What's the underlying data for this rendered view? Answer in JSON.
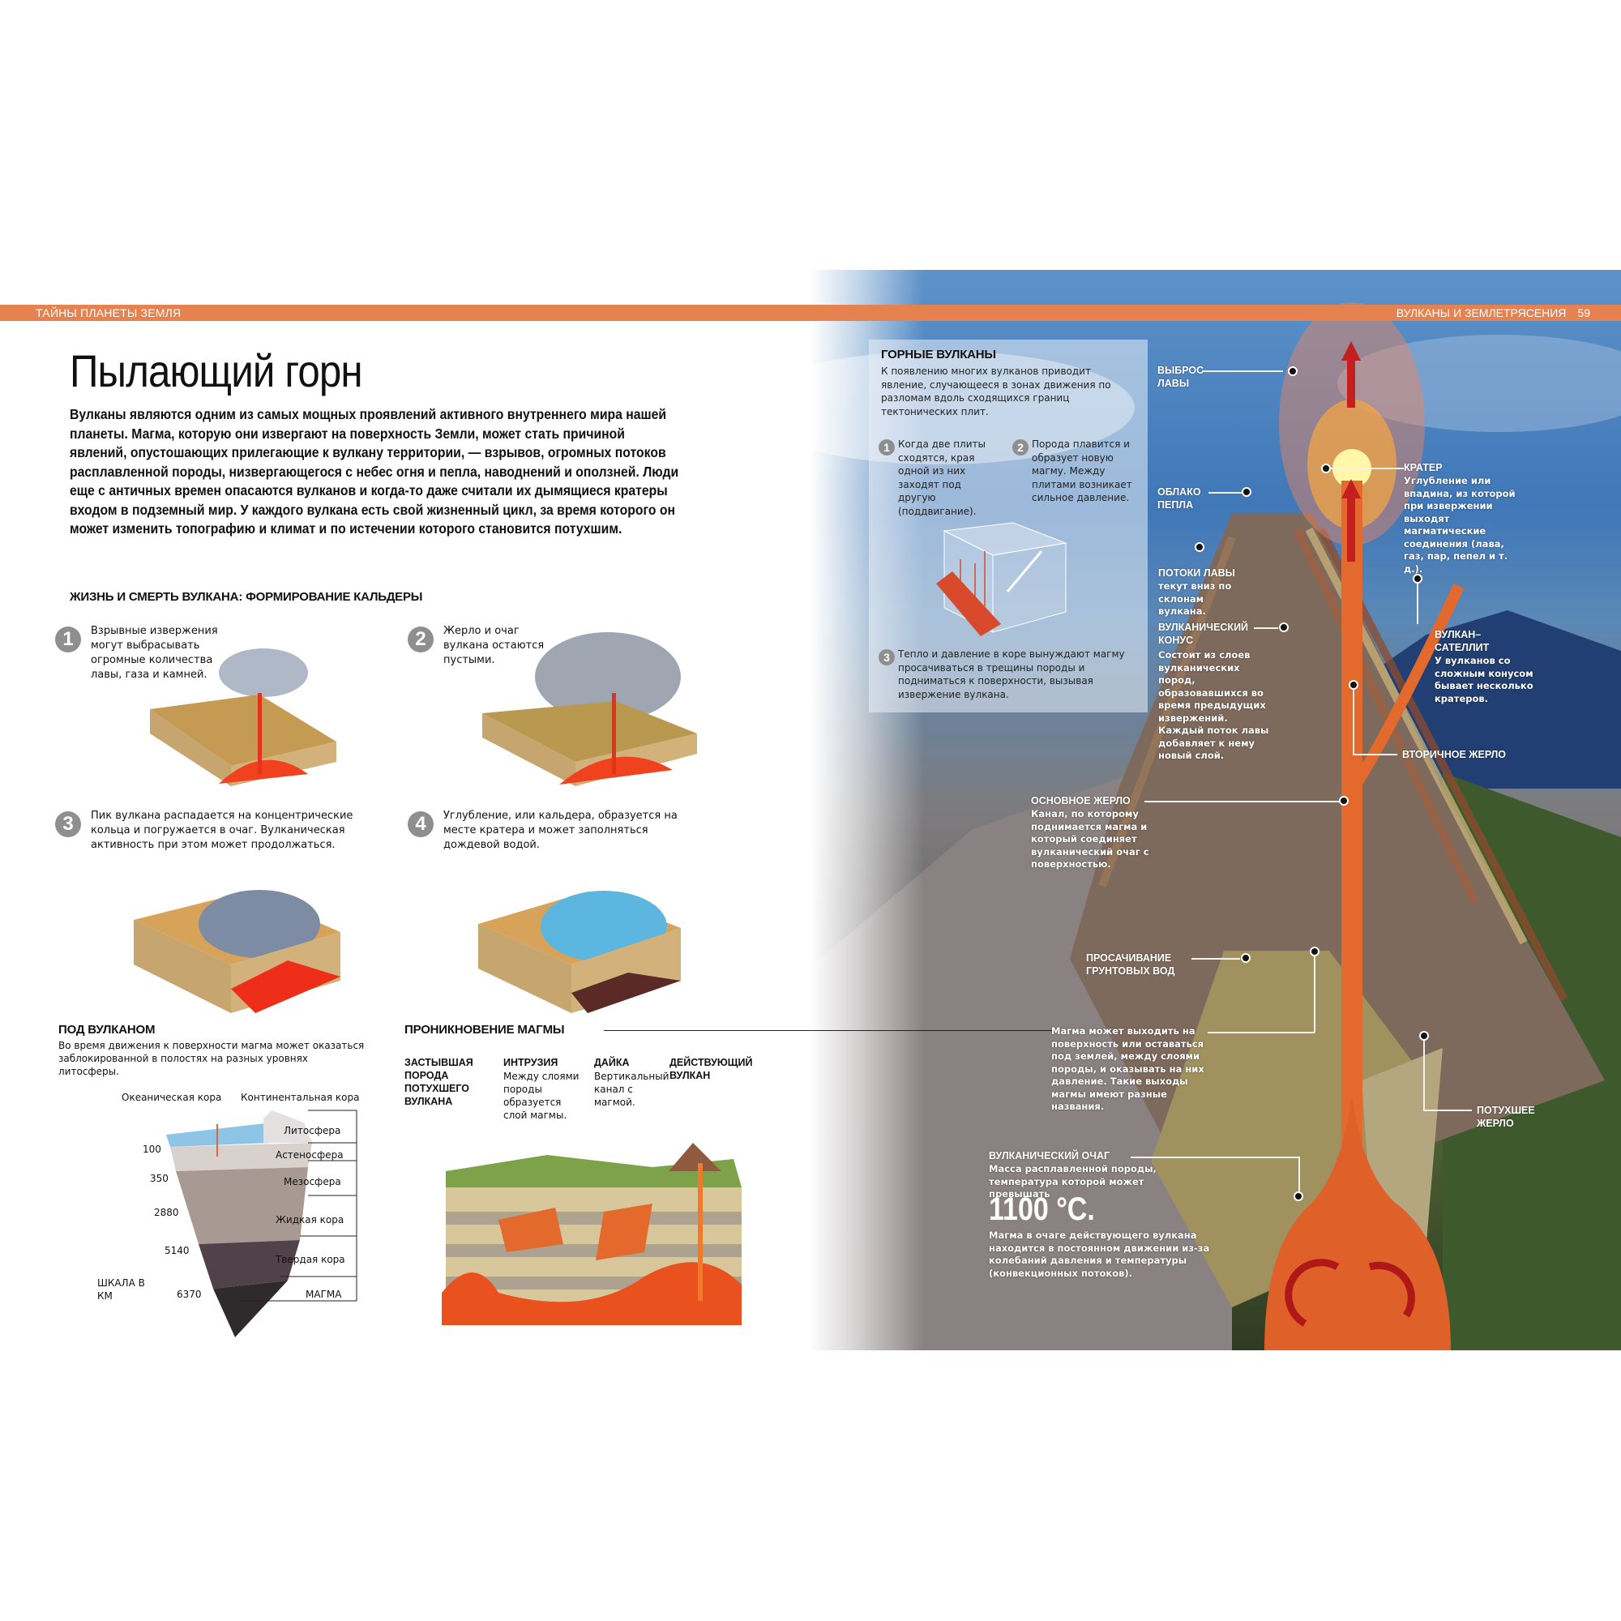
{
  "header": {
    "left_section": "ТАЙНЫ ПЛАНЕТЫ ЗЕМЛЯ",
    "right_section": "ВУЛКАНЫ И ЗЕМЛЕТРЯСЕНИЯ",
    "page_number": "59",
    "accent_color": "#e5824f"
  },
  "article": {
    "title": "Пылающий горн",
    "intro": "Вулканы являются одним из самых мощных проявлений активного внутреннего мира нашей планеты. Магма, которую они извергают на поверхность Земли, может стать причиной явлений, опустошающих прилегающие к вулкану территории, — взрывов, огромных потоков расплавленной породы, низвергающегося с небес огня и пепла, наводнений и оползней. Люди еще с античных времен опасаются вулканов и когда-то даже считали их дымящиеся кратеры входом в подземный мир. У каждого вулкана есть свой жизненный цикл, за время которого он может изменить топографию и климат и по истечении которого становится потухшим."
  },
  "caldera": {
    "heading": "ЖИЗНЬ И СМЕРТЬ ВУЛКАНА: ФОРМИРОВАНИЕ КАЛЬДЕРЫ",
    "steps": [
      {
        "number": "1",
        "text": "Взрывные извержения могут выбрасывать огромные количества лавы, газа и камней."
      },
      {
        "number": "2",
        "text": "Жерло и очаг вулкана остаются пустыми."
      },
      {
        "number": "3",
        "text": "Пик вулкана распадается на концентрические кольца и погружается в очаг. Вулканическая активность при этом может продолжаться."
      },
      {
        "number": "4",
        "text": "Углубление, или кальдера, образуется на месте кратера и может заполняться дождевой водой."
      }
    ]
  },
  "under_volcano": {
    "heading": "ПОД ВУЛКАНОМ",
    "text": "Во время движения к поверхности магма может оказаться заблокированной в полостях на разных уровнях литосферы.",
    "top_labels": [
      "Океаническая кора",
      "Континентальная кора"
    ],
    "layers": [
      "Литосфера",
      "Астеносфера",
      "Мезосфера",
      "Жидкая кора",
      "Твердая кора",
      "МАГМА"
    ],
    "depths": [
      "100",
      "350",
      "2880",
      "5140",
      "6370"
    ],
    "scale_label": "ШКАЛА В КМ"
  },
  "magma_penetration": {
    "heading": "ПРОНИКНОВЕНИЕ МАГМЫ",
    "labels": [
      {
        "title": "ЗАСТЫВШАЯ ПОРОДА ПОТУХШЕГО ВУЛКАНА",
        "text": ""
      },
      {
        "title": "ИНТРУЗИЯ",
        "text": "Между слоями породы образуется слой магмы."
      },
      {
        "title": "ДАЙКА",
        "text": "Вертикальный канал с магмой."
      },
      {
        "title": "ДЕЙСТВУЮЩИЙ ВУЛКАН",
        "text": ""
      }
    ]
  },
  "mountain_volcanoes": {
    "heading": "ГОРНЫЕ ВУЛКАНЫ",
    "text": "К появлению многих вулканов приводит явление, случающееся в зонах движения по разломам вдоль сходящихся границ тектонических плит.",
    "steps": [
      {
        "number": "1",
        "text": "Когда две плиты сходятся, края одной из них заходят под другую (поддвигание)."
      },
      {
        "number": "2",
        "text": "Порода плавится и образует новую магму. Между плитами возникает сильное давление."
      },
      {
        "number": "3",
        "text": "Тепло и давление в коре вынуждают магму просачиваться в трещины породы и подниматься к поверхности, вызывая извержение вулкана."
      }
    ]
  },
  "volcano_callouts": {
    "lava_ejection": "ВЫБРОС ЛАВЫ",
    "ash_cloud": "ОБЛАКО ПЕПЛА",
    "lava_flows": {
      "title": "ПОТОКИ ЛАВЫ",
      "text": "текут вниз по склонам вулкана."
    },
    "crater": {
      "title": "КРАТЕР",
      "text": "Углубление или впадина, из которой при извержении выходят магматические соединения (лава, газ, пар, пепел и т. д.)."
    },
    "volcanic_cone": {
      "title": "ВУЛКАНИЧЕСКИЙ КОНУС",
      "text": "Состоит из слоев вулканических пород, образовавшихся во время предыдущих извержений. Каждый поток лавы добавляет к нему новый слой."
    },
    "satellite_volcano": {
      "title": "ВУЛКАН–САТЕЛЛИТ",
      "text": "У вулканов со сложным конусом бывает несколько кратеров."
    },
    "secondary_vent": "ВТОРИЧНОЕ ЖЕРЛО",
    "main_vent": {
      "title": "ОСНОВНОЕ ЖЕРЛО",
      "text": "Канал, по которому поднимается магма и который соединяет вулканический очаг с поверхностью."
    },
    "groundwater": "ПРОСАЧИВАНИЕ ГРУНТОВЫХ ВОД",
    "magma_exits": "Магма может выходить на поверхность или оставаться под землей, между слоями породы, и оказывать на них давление. Такие выходы магмы имеют разные названия.",
    "extinct_vent": "ПОТУХШЕЕ ЖЕРЛО",
    "magma_chamber": {
      "title": "ВУЛКАНИЧЕСКИЙ ОЧАГ",
      "text": "Масса расплавленной породы, температура которой может превышать",
      "temperature": "1100 °C.",
      "text2": "Магма в очаге действующего вулкана находится в постоянном движении из-за колебаний давления и температуры (конвекционных потоков)."
    }
  }
}
